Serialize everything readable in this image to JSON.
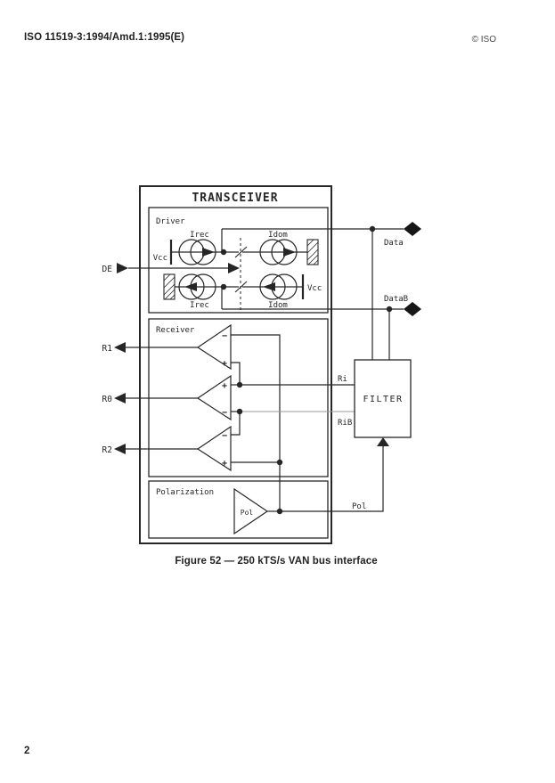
{
  "page": {
    "header_left": "ISO 11519-3:1994/Amd.1:1995(E)",
    "header_right": "© ISO",
    "figure_caption": "Figure 52 — 250 kTS/s VAN bus interface",
    "page_number": "2"
  },
  "diagram": {
    "transceiver_title": "TRANSCEIVER",
    "driver_label": "Driver",
    "receiver_label": "Receiver",
    "polarization_label": "Polarization",
    "filter_label": "FILTER",
    "pol_amp_label": "Pol",
    "current_sources": {
      "irec_top": "Irec",
      "idom_top": "Idom",
      "irec_bottom": "Irec",
      "idom_bottom": "Idom"
    },
    "supplies": {
      "vcc_top": "Vcc",
      "vcc_bottom": "Vcc"
    },
    "ports": {
      "de": "DE",
      "r1": "R1",
      "r0": "R0",
      "r2": "R2",
      "data": "Data",
      "datab": "DataB",
      "ri": "Ri",
      "rib": "RiB",
      "pol": "Pol"
    },
    "opamp_symbols": {
      "minus": "−",
      "plus": "+"
    }
  },
  "colors": {
    "ink": "#262626",
    "faint": "#9a9a9a",
    "paper": "#ffffff"
  }
}
